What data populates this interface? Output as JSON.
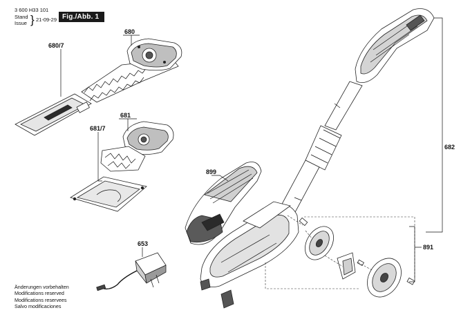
{
  "header": {
    "doc_number": "3 600 H33 101",
    "stand_label": "Stand",
    "issue_label": "Issue",
    "date": "21-09-29",
    "figure_badge": "Fig./Abb. 1"
  },
  "notes": [
    "Änderungen vorbehalten",
    "Modifications reserved",
    "Modifications reservees",
    "Salvo modificaciones"
  ],
  "labels": {
    "l680": "680",
    "l680_7": "680/7",
    "l681": "681",
    "l681_7": "681/7",
    "l899": "899",
    "l653": "653",
    "l682": "682",
    "l891": "891"
  },
  "colors": {
    "ink": "#111111",
    "part_fill": "#ffffff",
    "shade": "#d9d9d9",
    "dark_shade": "#8a8a8a"
  }
}
